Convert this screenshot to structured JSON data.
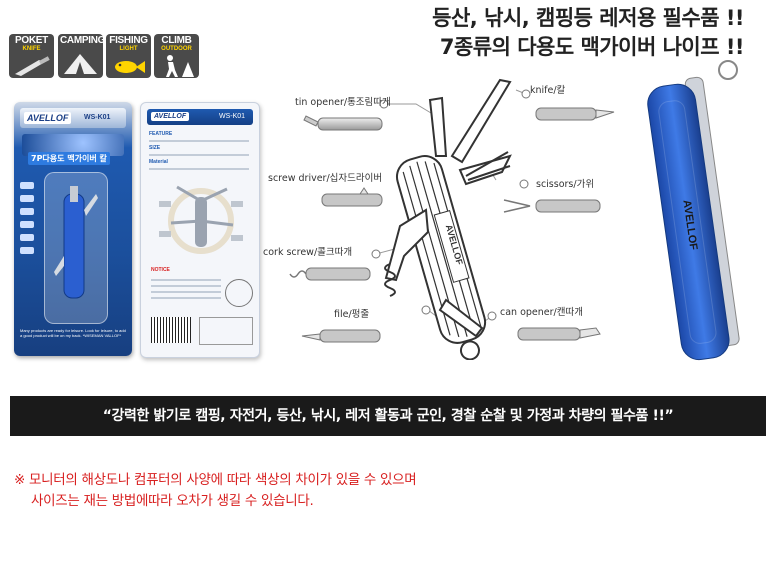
{
  "headline": {
    "line1": "등산, 낚시, 캠핑등 레저용 필수품 !!",
    "line2": "7종류의 다용도 맥가이버 나이프 !!"
  },
  "categories": [
    {
      "title": "POKET",
      "sub": "KNIFE",
      "icon": "knife-icon"
    },
    {
      "title": "CAMPING",
      "sub": "",
      "icon": "tent-icon"
    },
    {
      "title": "FISHING",
      "sub": "LIGHT",
      "icon": "fish-icon"
    },
    {
      "title": "CLIMB",
      "sub": "OUTDOOR",
      "icon": "hiker-icon"
    }
  ],
  "package_front": {
    "brand": "AVELLOF",
    "model": "WS-K01",
    "title": "7P다용도 맥가이버 칼",
    "footer": "Many products are ready for leisure. Look for leisure, to add a good product will be on my back. *WISEMAN VALLOF*"
  },
  "package_back": {
    "brand": "AVELLOF",
    "model": "WS-K01",
    "feature": "FEATURE",
    "size": "SIZE",
    "material": "Material",
    "notice": "NOTICE"
  },
  "tool_labels": {
    "tin_opener": "tin opener/통조림따개",
    "knife": "knife/칼",
    "screw_driver": "screw driver/십자드라이버",
    "scissors": "scissors/가위",
    "cork_screw": "cork screw/콜크따개",
    "file": "file/펑줄",
    "can_opener": "can opener/캔따개"
  },
  "product_brand": "AVELLOF",
  "banner_text": "“강력한 밝기로 캠핑, 자전거, 등산, 낚시, 레저 활동과 군인, 경찰 순찰 및 가정과 차량의 필수품 !!”",
  "notice": {
    "line1": "※ 모니터의 해상도나 컴퓨터의 사양에 따라 색상의 차이가 있을 수 있으며",
    "line2": "사이즈는 재는 방법에따라 오차가 생길 수 있습니다."
  },
  "colors": {
    "accent_blue": "#1f5ab0",
    "banner_bg": "#1a1a1a",
    "notice_red": "#d81f1f"
  }
}
